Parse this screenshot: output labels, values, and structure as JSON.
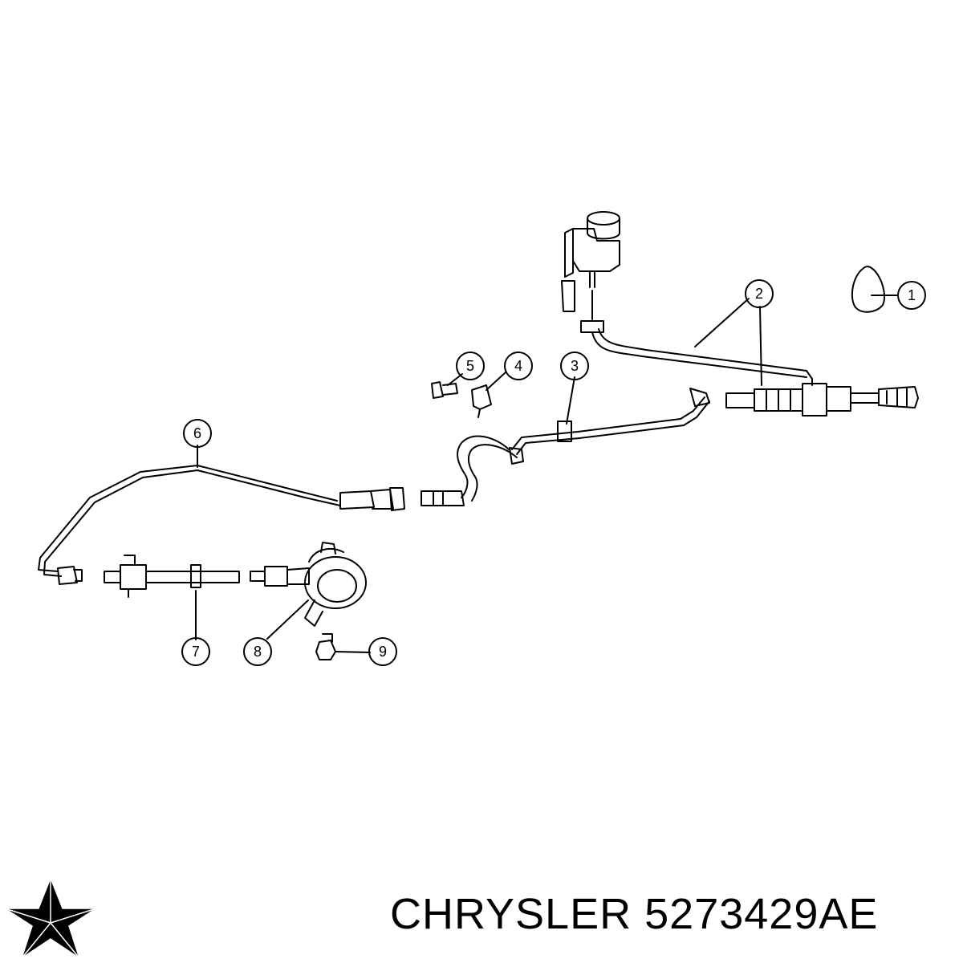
{
  "callouts": [
    "1",
    "2",
    "3",
    "4",
    "5",
    "6",
    "7",
    "8",
    "9"
  ],
  "footer": {
    "brand": "CHRYSLER",
    "part_number": "5273429AE"
  },
  "logo": {
    "name": "chrysler-pentastar-logo",
    "color": "#000000"
  }
}
